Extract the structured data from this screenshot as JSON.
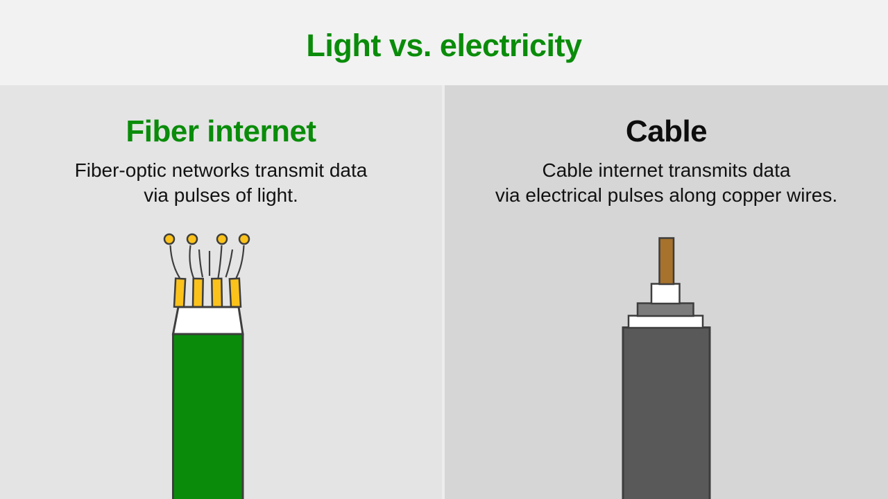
{
  "header": {
    "title": "Light vs. electricity"
  },
  "panels": {
    "fiber": {
      "title": "Fiber internet",
      "description": "Fiber-optic networks transmit data\nvia pulses of light.",
      "illustration": "fiber-optic-cable"
    },
    "cable": {
      "title": "Cable",
      "description": "Cable internet transmits data\nvia electrical pulses along copper wires.",
      "illustration": "coaxial-cable"
    }
  },
  "colors": {
    "header-bg": "#f2f2f2",
    "left-panel-bg": "#e4e4e4",
    "right-panel-bg": "#d6d6d6",
    "divider": "#ededed",
    "green": "#0a8c0a",
    "heading-black": "#0d0d0d",
    "body-text": "#111111",
    "yellow": "#fbc21c",
    "copper": "#a6722c",
    "outline": "#3d3d3d",
    "shield-gray": "#7b7b7b",
    "jacket-gray": "#595959",
    "white": "#ffffff"
  }
}
